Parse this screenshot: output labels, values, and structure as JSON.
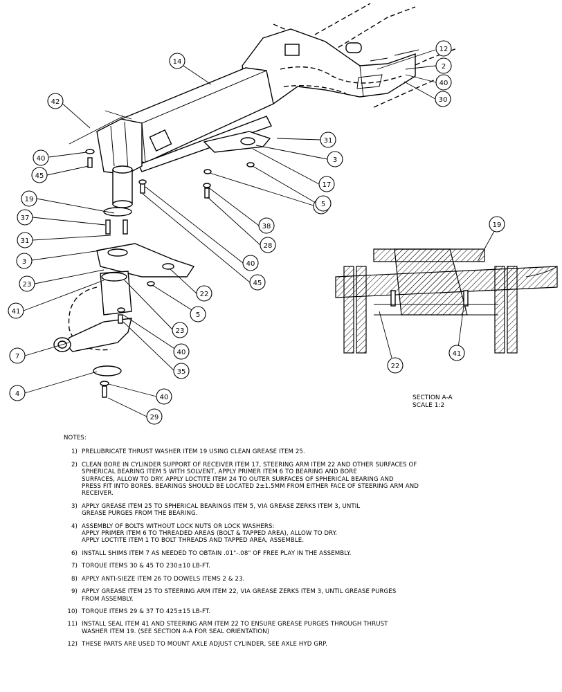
{
  "callouts": [
    "12",
    "2",
    "40",
    "30",
    "14",
    "42",
    "31",
    "3",
    "17",
    "40",
    "45",
    "11",
    "5",
    "38",
    "28",
    "19",
    "37",
    "31",
    "3",
    "40",
    "45",
    "23",
    "22",
    "41",
    "5",
    "23",
    "40",
    "7",
    "35",
    "4",
    "40",
    "29",
    "19",
    "22",
    "41"
  ],
  "section": {
    "title": "SECTION  A-A",
    "scale": "SCALE  1:2"
  },
  "notes": {
    "heading": "NOTES:",
    "items": [
      {
        "num": "1)",
        "text": "PRELUBRICATE THRUST WASHER ITEM 19 USING CLEAN GREASE ITEM 25."
      },
      {
        "num": "2)",
        "text": "CLEAN BORE IN CYLINDER SUPPORT OF RECEIVER ITEM 17, STEERING ARM ITEM 22 AND OTHER SURFACES OF\nSPHERICAL BEARING ITEM 5 WITH SOLVENT, APPLY PRIMER ITEM 6 TO BEARING AND BORE\nSURFACES, ALLOW TO DRY.  APPLY LOCTITE ITEM 24 TO OUTER SURFACES OF SPHERICAL BEARING AND\nPRESS FIT INTO BORES.  BEARINGS SHOULD BE LOCATED 2±1.5MM FROM EITHER FACE OF STEERING ARM AND\nRECEIVER."
      },
      {
        "num": "3)",
        "text": "APPLY GREASE ITEM 25 TO SPHERICAL BEARINGS ITEM 5, VIA GREASE ZERKS ITEM 3, UNTIL\nGREASE PURGES FROM THE BEARING."
      },
      {
        "num": "4)",
        "text": "ASSEMBLY OF BOLTS WITHOUT LOCK NUTS OR LOCK WASHERS:\n    APPLY PRIMER ITEM 6 TO THREADED AREAS (BOLT & TAPPED AREA), ALLOW TO DRY.\n    APPLY LOCTITE ITEM 1 TO BOLT THREADS AND TAPPED AREA, ASSEMBLE."
      },
      {
        "num": "6)",
        "text": "INSTALL SHIMS ITEM 7 AS NEEDED TO OBTAIN .01\"-.08\" OF FREE PLAY IN THE ASSEMBLY."
      },
      {
        "num": "7)",
        "text": "TORQUE ITEMS 30 & 45 TO 230±10 LB-FT."
      },
      {
        "num": "8)",
        "text": "APPLY ANTI-SIEZE ITEM 26 TO DOWELS ITEMS 2 & 23."
      },
      {
        "num": "9)",
        "text": "APPLY GREASE ITEM 25 TO STEERING ARM ITEM 22, VIA GREASE ZERKS ITEM 3, UNTIL GREASE PURGES\nFROM ASSEMBLY."
      },
      {
        "num": "10)",
        "text": "TORQUE ITEMS 29 & 37 TO 425±15 LB-FT."
      },
      {
        "num": "11)",
        "text": "INSTALL SEAL ITEM 41 AND STEERING ARM ITEM 22 TO ENSURE GREASE PURGES THROUGH THRUST\nWASHER ITEM 19. (SEE SECTION A-A FOR SEAL ORIENTATION)"
      },
      {
        "num": "12)",
        "text": "THESE PARTS ARE USED TO MOUNT AXLE ADJUST CYLINDER, SEE AXLE HYD GRP."
      }
    ]
  }
}
